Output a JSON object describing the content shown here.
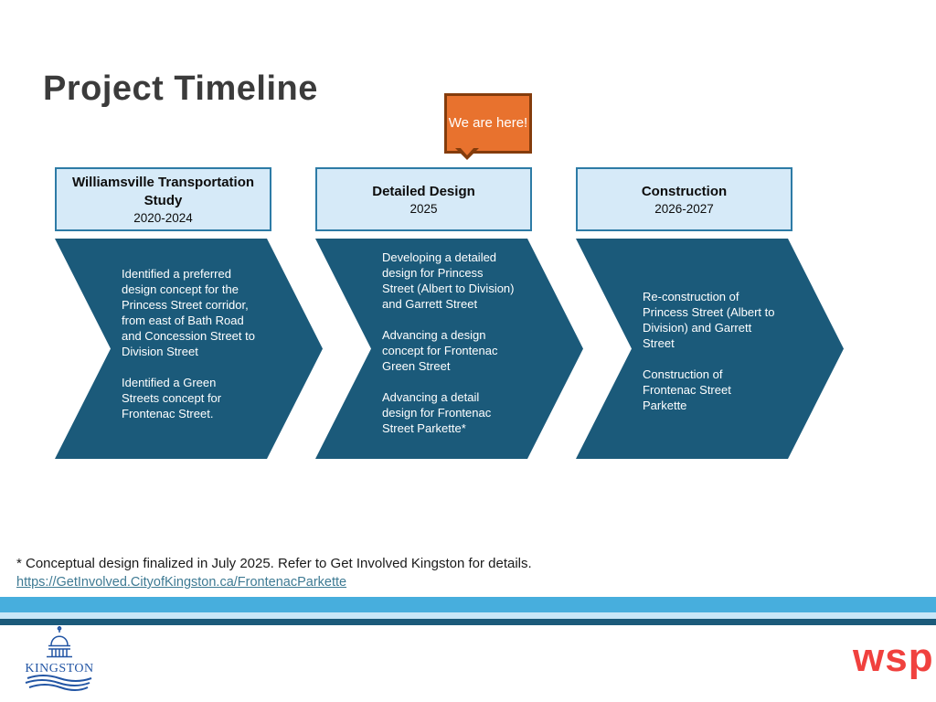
{
  "slide": {
    "title": "Project Timeline",
    "callout": {
      "text": "We are here!"
    },
    "phases": [
      {
        "title": "Williamsville Transportation Study",
        "years": "2020-2024",
        "bullets": [
          "Identified a preferred design concept for the Princess Street corridor, from east of Bath Road and Concession Street to Division Street",
          "Identified a Green Streets concept for Frontenac Street."
        ]
      },
      {
        "title": "Detailed Design",
        "years": "2025",
        "bullets": [
          "Developing a detailed design for Princess Street (Albert to Division) and Garrett Street",
          "Advancing a design concept for Frontenac Green Street",
          "Advancing a detail design for Frontenac Street Parkette*"
        ]
      },
      {
        "title": "Construction",
        "years": "2026-2027",
        "bullets": [
          "Re-construction of Princess Street (Albert to Division) and Garrett Street",
          "Construction of Frontenac Street Parkette"
        ]
      }
    ],
    "footnote": "* Conceptual design finalized in July 2025. Refer to Get Involved Kingston for details.",
    "footnote_link": "https://GetInvolved.CityofKingston.ca/FrontenacParkette",
    "logos": {
      "kingston": "KINGSTON",
      "wsp": "wsp"
    },
    "colors": {
      "chevron_fill": "#1b5a7a",
      "header_fill": "#d6eaf8",
      "header_border": "#2d7ba6",
      "callout_fill": "#e8722e",
      "callout_border": "#843c0c",
      "stripe_mid": "#47aedd",
      "stripe_light": "#c8e7f8",
      "stripe_dark": "#1b5a7a",
      "link": "#3e7a93",
      "wsp_red": "#f0413e",
      "kingston_blue": "#2255a4"
    }
  }
}
